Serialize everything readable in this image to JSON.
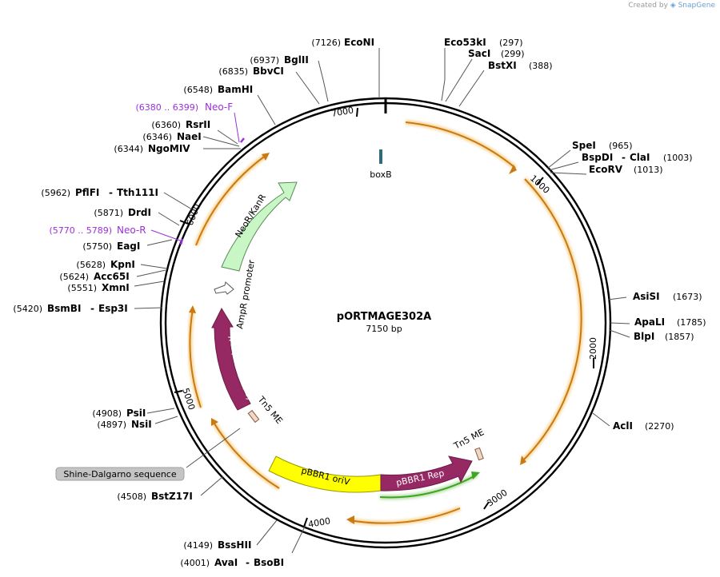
{
  "credit": {
    "prefix": "Created by",
    "brand": "SnapGene"
  },
  "plasmid": {
    "name": "pORTMAGE302A",
    "length_label": "7150 bp"
  },
  "ticks": [
    "1000",
    "2000",
    "3000",
    "4000",
    "5000",
    "6000",
    "7000"
  ],
  "sites_right": [
    {
      "name": "EcoNI",
      "pos": "(7126)"
    },
    {
      "name": "Eco53kI",
      "pos": "(297)"
    },
    {
      "name": "SacI",
      "pos": "(299)"
    },
    {
      "name": "BstXI",
      "pos": "(388)"
    },
    {
      "name": "SpeI",
      "pos": "(965)"
    },
    {
      "name": "BspDI",
      "name2": "ClaI",
      "pos": "(1003)"
    },
    {
      "name": "EcoRV",
      "pos": "(1013)"
    },
    {
      "name": "AsiSI",
      "pos": "(1673)"
    },
    {
      "name": "ApaLI",
      "pos": "(1785)"
    },
    {
      "name": "BlpI",
      "pos": "(1857)"
    },
    {
      "name": "AclI",
      "pos": "(2270)"
    }
  ],
  "sites_left": [
    {
      "name": "BglII",
      "pos": "(6937)"
    },
    {
      "name": "BbvCI",
      "pos": "(6835)"
    },
    {
      "name": "BamHI",
      "pos": "(6548)"
    },
    {
      "name": "RsrII",
      "pos": "(6360)"
    },
    {
      "name": "NaeI",
      "pos": "(6346)"
    },
    {
      "name": "NgoMIV",
      "pos": "(6344)"
    },
    {
      "name": "PflFI",
      "name2": "Tth111I",
      "pos": "(5962)"
    },
    {
      "name": "DrdI",
      "pos": "(5871)"
    },
    {
      "name": "EagI",
      "pos": "(5750)"
    },
    {
      "name": "KpnI",
      "pos": "(5628)"
    },
    {
      "name": "Acc65I",
      "pos": "(5624)"
    },
    {
      "name": "XmnI",
      "pos": "(5551)"
    },
    {
      "name": "BsmBI",
      "name2": "Esp3I",
      "pos": "(5420)"
    },
    {
      "name": "PsiI",
      "pos": "(4908)"
    },
    {
      "name": "NsiI",
      "pos": "(4897)"
    },
    {
      "name": "BstZ17I",
      "pos": "(4508)"
    },
    {
      "name": "BssHII",
      "pos": "(4149)"
    },
    {
      "name": "AvaI",
      "name2": "BsoBI",
      "pos": "(4001)"
    }
  ],
  "primers": [
    {
      "name": "Neo-F",
      "pos": "(6380 .. 6399)"
    },
    {
      "name": "Neo-R",
      "pos": "(5770 .. 5789)"
    }
  ],
  "features": {
    "boxB": "boxB",
    "neo": "NeoR/KanR",
    "ampr_promoter": "AmpR promoter",
    "repressor": "λ repressor (ts)",
    "tn5_left": "Tn5 ME",
    "tn5_right": "Tn5 ME",
    "oriv": "pBBR1 oriV",
    "rep": "pBBR1 Rep",
    "shine": "Shine-Dalgarno sequence"
  },
  "colors": {
    "orf_orange": "#f2a51e",
    "neo_green": "#c8f7c5",
    "repressor_maroon": "#962863",
    "oriv_yellow": "#ffff00",
    "primer_purple": "#9b30d9",
    "green_arrow": "#3fa61f"
  }
}
